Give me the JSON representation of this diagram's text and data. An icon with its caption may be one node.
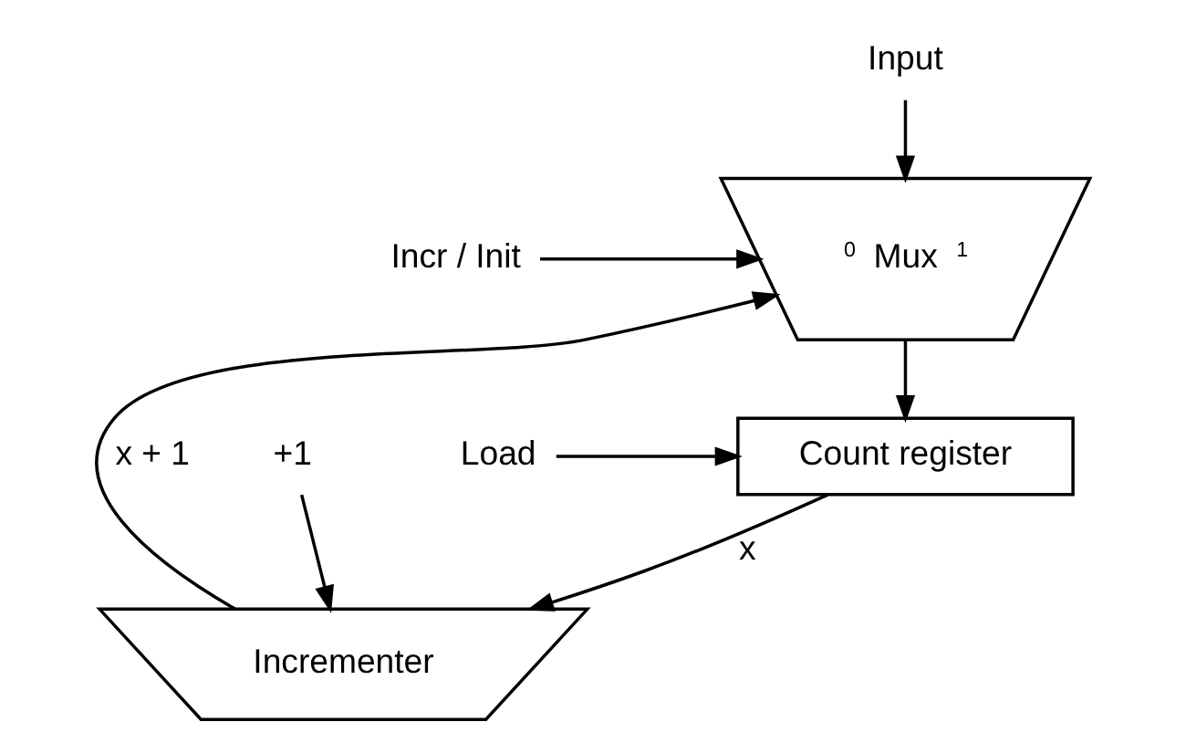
{
  "diagram": {
    "nodes": [
      {
        "text": [
          "Input"
        ]
      },
      {
        "text": [
          "0",
          "Mux",
          "1"
        ]
      },
      {
        "text": [
          "Incr / Init"
        ]
      },
      {
        "text": [
          "Count register"
        ]
      },
      {
        "text": [
          "+1"
        ]
      },
      {
        "text": [
          "Load"
        ]
      },
      {
        "text": [
          "Incrementer"
        ]
      }
    ],
    "edges": [
      {
        "from": 0,
        "to": 1,
        "arrow": "to"
      },
      {
        "from": 2,
        "to": 1,
        "arrow": "to"
      },
      {
        "from": 1,
        "to": 3,
        "arrow": "to"
      },
      {
        "from": 5,
        "to": 3,
        "arrow": "to"
      },
      {
        "from": 4,
        "to": 6,
        "arrow": "to"
      },
      {
        "from": 3,
        "to": 6,
        "arrow": "to",
        "label": "x"
      },
      {
        "from": 6,
        "to": 1,
        "arrow": "to",
        "label": "x + 1"
      }
    ]
  }
}
